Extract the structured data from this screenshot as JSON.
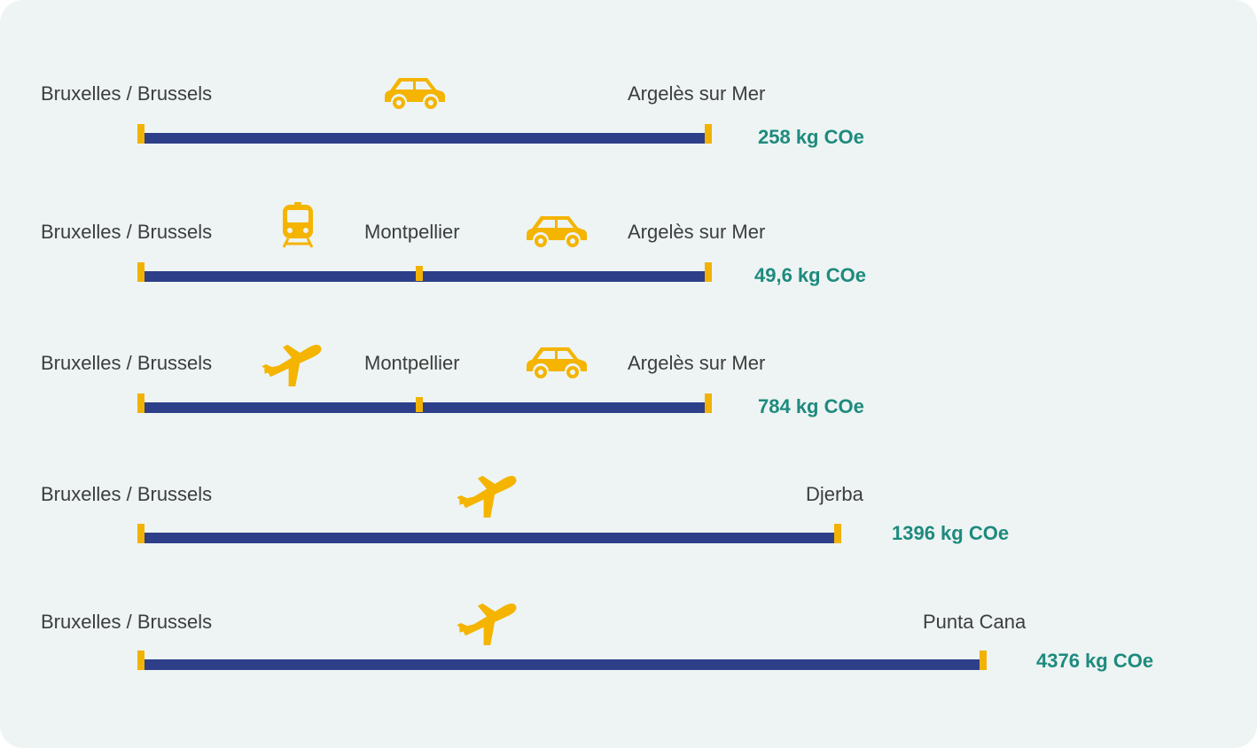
{
  "colors": {
    "background": "#edf4f3",
    "route_line": "#2d3f89",
    "stop_marker": "#f2b203",
    "icon": "#f4b400",
    "emission_text": "#1e8a7e",
    "label_text": "#3d3d3d"
  },
  "trips": [
    {
      "origin": "Bruxelles / Brussels",
      "segments": [
        {
          "mode": "car-icon",
          "to": "Argelès sur Mer"
        }
      ],
      "emissions": "258 kg COe"
    },
    {
      "origin": "Bruxelles / Brussels",
      "segments": [
        {
          "mode": "train-icon",
          "to": "Montpellier"
        },
        {
          "mode": "car-icon",
          "to": "Argelès sur Mer"
        }
      ],
      "emissions": "49,6 kg COe"
    },
    {
      "origin": "Bruxelles / Brussels",
      "segments": [
        {
          "mode": "plane-icon",
          "to": "Montpellier"
        },
        {
          "mode": "car-icon",
          "to": "Argelès sur Mer"
        }
      ],
      "emissions": "784 kg COe"
    },
    {
      "origin": "Bruxelles / Brussels",
      "segments": [
        {
          "mode": "plane-icon",
          "to": "Djerba"
        }
      ],
      "emissions": "1396 kg COe"
    },
    {
      "origin": "Bruxelles / Brussels",
      "segments": [
        {
          "mode": "plane-icon",
          "to": "Punta Cana"
        }
      ],
      "emissions": "4376 kg COe"
    }
  ]
}
